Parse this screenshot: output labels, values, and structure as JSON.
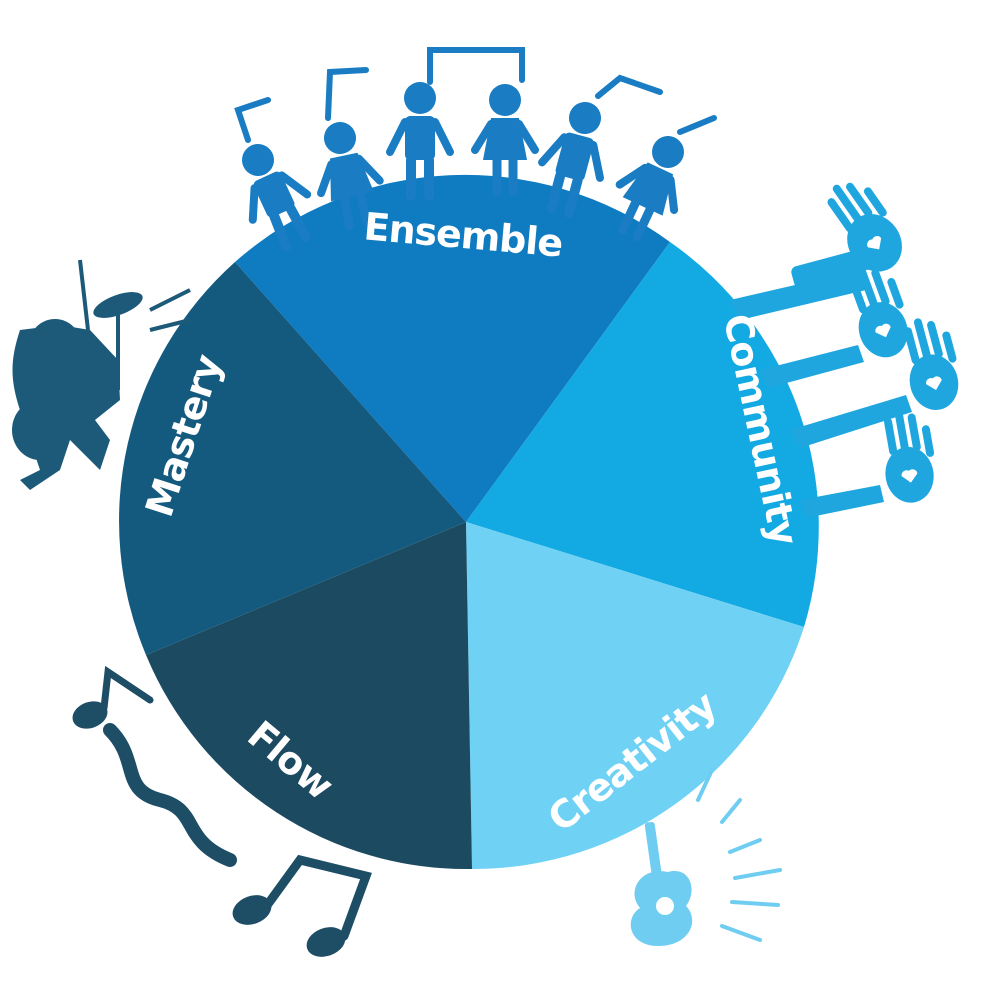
{
  "diagram": {
    "segments": [
      {
        "label": "Ensemble",
        "color": "#0F7BC0",
        "decoration": "singing-people-icon"
      },
      {
        "label": "Community",
        "color": "#13A9E2",
        "decoration": "raised-hands-icon"
      },
      {
        "label": "Creativity",
        "color": "#6FD2F5",
        "decoration": "guitar-icon"
      },
      {
        "label": "Flow",
        "color": "#1C4A60",
        "decoration": "music-notes-icon"
      },
      {
        "label": "Mastery",
        "color": "#145A7E",
        "decoration": "drummer-icon"
      }
    ]
  }
}
